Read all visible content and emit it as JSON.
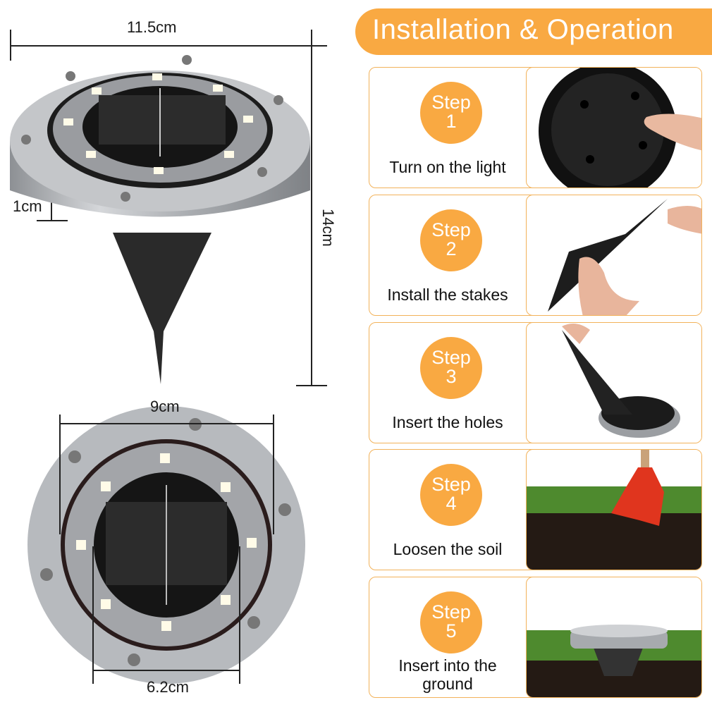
{
  "banner": {
    "title": "Installation & Operation"
  },
  "dimensions": {
    "top_width": "11.5cm",
    "rim_height": "1cm",
    "total_height": "14cm",
    "outer_diameter": "9cm",
    "panel_diameter": "6.2cm"
  },
  "steps": [
    {
      "word": "Step",
      "number": "1",
      "text": "Turn on the light",
      "photo": "switch-on-underside"
    },
    {
      "word": "Step",
      "number": "2",
      "text": "Install the stakes",
      "photo": "attach-stake"
    },
    {
      "word": "Step",
      "number": "3",
      "text": "Insert the holes",
      "photo": "stake-into-base"
    },
    {
      "word": "Step",
      "number": "4",
      "text": "Loosen the soil",
      "photo": "shovel-in-soil"
    },
    {
      "word": "Step",
      "number": "5",
      "text_line1": "Insert into the",
      "text_line2": "ground",
      "photo": "light-in-ground"
    }
  ],
  "colors": {
    "accent": "#f9a942",
    "border": "#f2b25a",
    "steel": "#b9bcc0",
    "panel": "#1b1b1b"
  }
}
